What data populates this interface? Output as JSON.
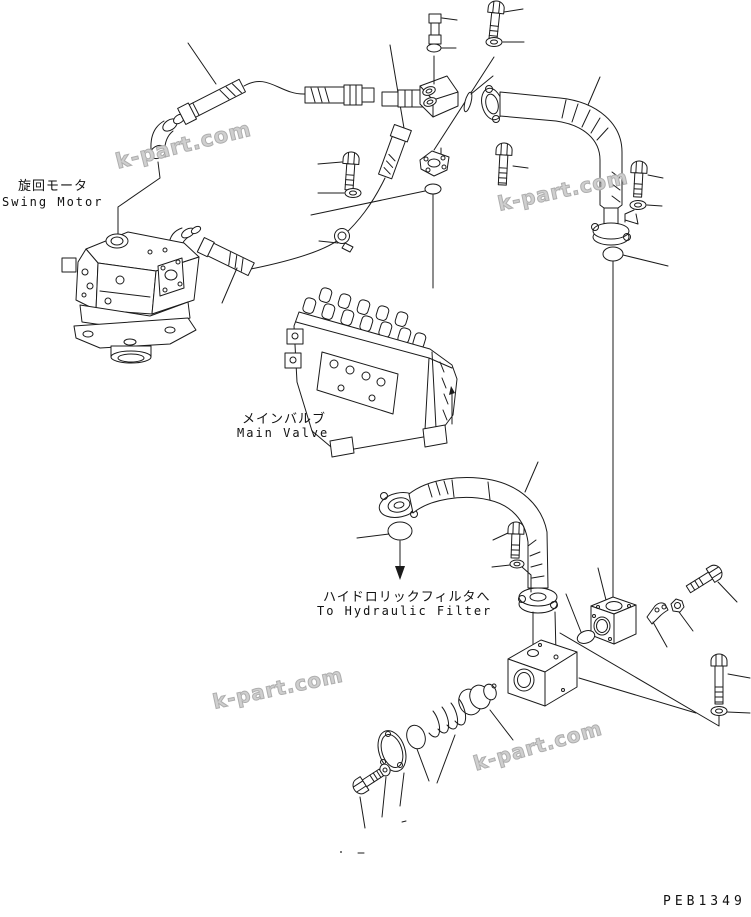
{
  "diagram": {
    "part_number": "PEB1349",
    "watermark": {
      "text": "k-part.com",
      "color": "#c7c7c7"
    },
    "labels": {
      "swing_motor": {
        "jp": "旋回モータ",
        "en": "Swing Motor"
      },
      "main_valve": {
        "jp": "メインバルブ",
        "en": "Main Valve"
      },
      "to_hydraulic_filter": {
        "jp": "ハイドロリックフィルタへ",
        "en": "To Hydraulic Filter"
      }
    },
    "colors": {
      "line": "#1b1b1b",
      "background": "#ffffff"
    }
  }
}
